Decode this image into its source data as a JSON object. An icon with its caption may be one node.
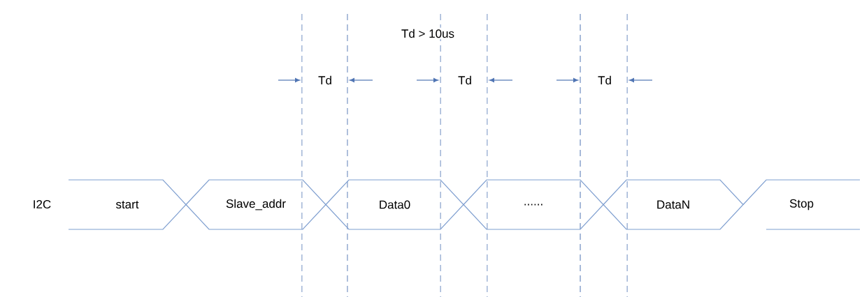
{
  "diagram": {
    "nodes": [
      {
        "text": [
          "start"
        ]
      },
      {
        "text": [
          "Slave_addr"
        ]
      },
      {
        "text": [
          "Data0"
        ]
      },
      {
        "text": [
          "......"
        ]
      },
      {
        "text": [
          "DataN"
        ]
      },
      {
        "text": [
          "Stop"
        ]
      }
    ],
    "labels": [
      "Td > 10us",
      "I2C",
      "Td",
      "Td",
      "Td"
    ]
  }
}
